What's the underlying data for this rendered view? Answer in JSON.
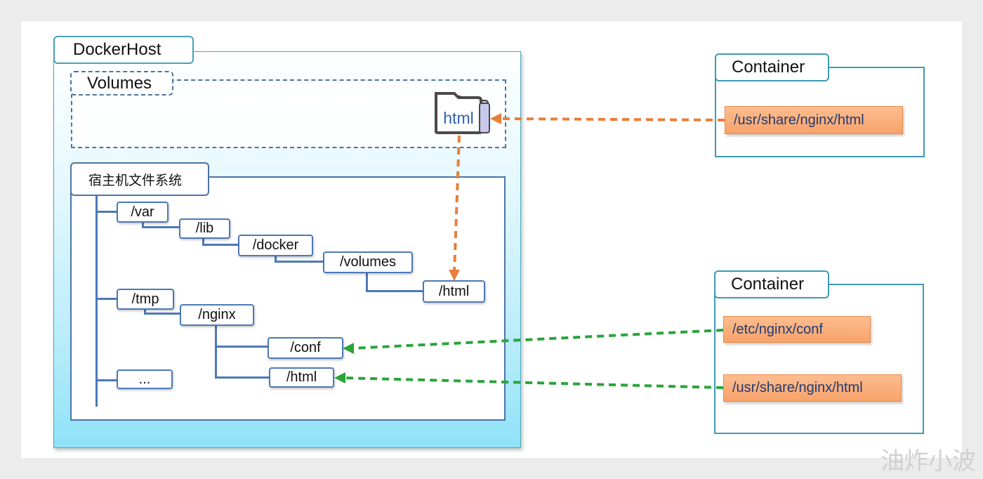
{
  "dockerhost": {
    "title": "DockerHost"
  },
  "volumes": {
    "title": "Volumes",
    "folder_label": "html"
  },
  "hostfs": {
    "title": "宿主机文件系统",
    "nodes": {
      "var": "/var",
      "lib": "/lib",
      "docker": "/docker",
      "volumes": "/volumes",
      "html_vol": "/html",
      "tmp": "/tmp",
      "nginx": "/nginx",
      "conf": "/conf",
      "html_nginx": "/html",
      "more": "..."
    }
  },
  "container_top": {
    "title": "Container",
    "path": "/usr/share/nginx/html"
  },
  "container_bottom": {
    "title": "Container",
    "paths": [
      "/etc/nginx/conf",
      "/usr/share/nginx/html"
    ]
  },
  "colors": {
    "orange_arrow": "#e87e3a",
    "green_arrow": "#2aa43a",
    "tree_blue": "#4d78b8",
    "container_border": "#3d9ab4"
  },
  "watermark": "油炸小波"
}
